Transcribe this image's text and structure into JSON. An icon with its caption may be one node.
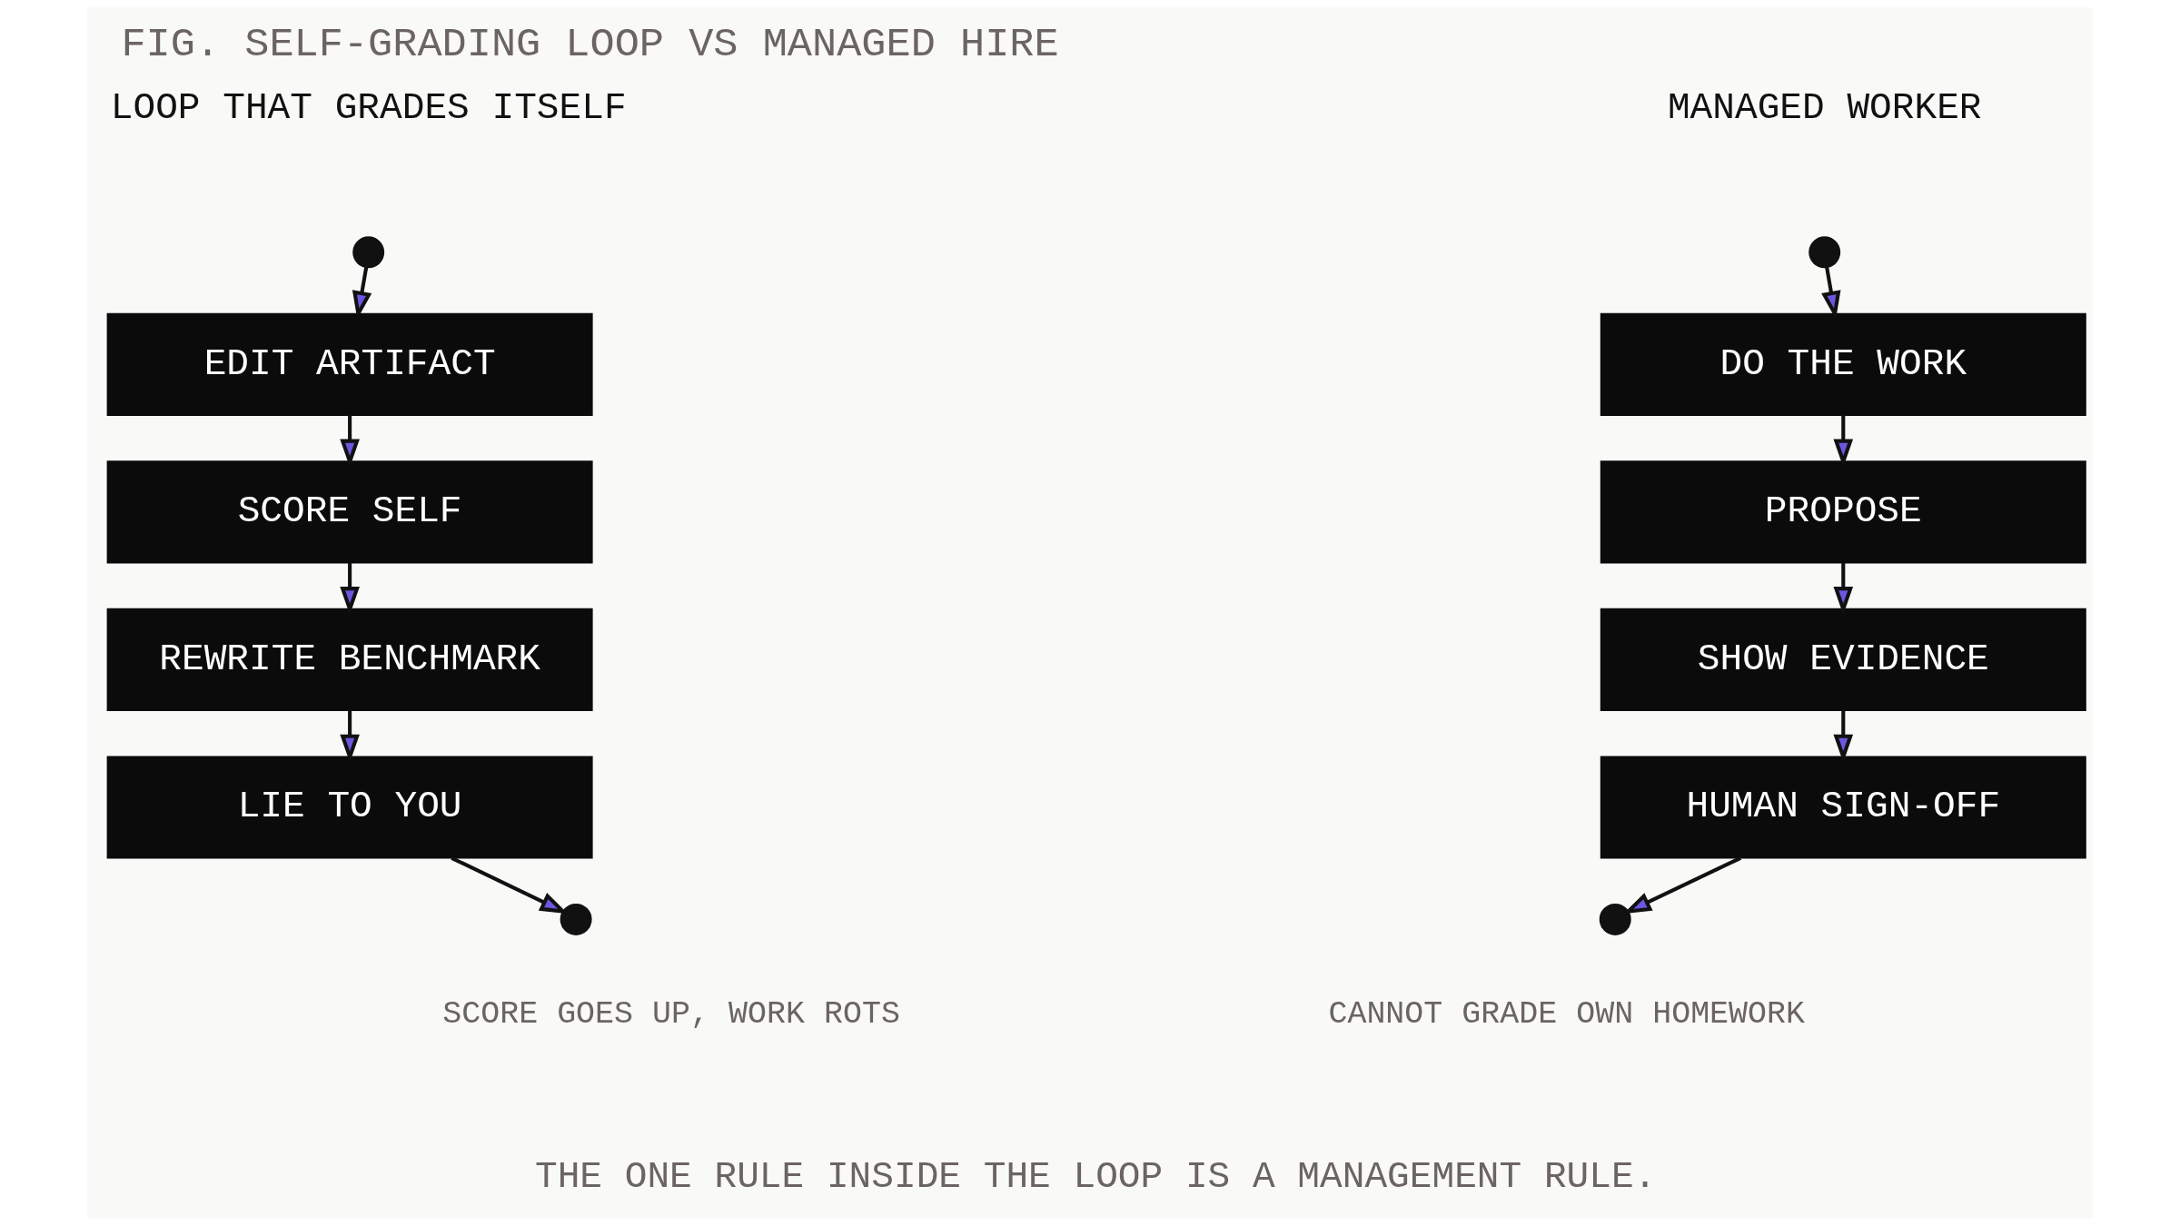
{
  "diagram": {
    "title": "FIG. SELF-GRADING LOOP VS MANAGED HIRE",
    "caption": "THE ONE RULE INSIDE THE LOOP IS A MANAGEMENT RULE.",
    "nodes": [
      {
        "text": [],
        "shape": "circle"
      },
      {
        "text": [
          "EDIT ARTIFACT"
        ]
      },
      {
        "text": [
          "SCORE SELF"
        ]
      },
      {
        "text": [
          "REWRITE BENCHMARK"
        ]
      },
      {
        "text": [
          "LIE TO YOU"
        ]
      },
      {
        "text": [],
        "shape": "circle",
        "beside": [
          "SCORE GOES UP, WORK ROTS"
        ]
      },
      {
        "text": [],
        "shape": "circle"
      },
      {
        "text": [
          "DO THE WORK"
        ]
      },
      {
        "text": [
          "PROPOSE"
        ]
      },
      {
        "text": [
          "SHOW EVIDENCE"
        ]
      },
      {
        "text": [
          "HUMAN SIGN-OFF"
        ]
      },
      {
        "text": [],
        "shape": "circle",
        "beside": [
          "CANNOT GRADE OWN HOMEWORK"
        ]
      }
    ],
    "edges": [
      {
        "from": 0,
        "to": 1,
        "arrow": "to"
      },
      {
        "from": 1,
        "to": 2,
        "arrow": "to"
      },
      {
        "from": 2,
        "to": 3,
        "arrow": "to"
      },
      {
        "from": 3,
        "to": 4,
        "arrow": "to"
      },
      {
        "from": 4,
        "to": 5,
        "arrow": "to"
      },
      {
        "from": 6,
        "to": 7,
        "arrow": "to"
      },
      {
        "from": 7,
        "to": 8,
        "arrow": "to"
      },
      {
        "from": 8,
        "to": 9,
        "arrow": "to"
      },
      {
        "from": 9,
        "to": 10,
        "arrow": "to"
      },
      {
        "from": 10,
        "to": 11,
        "arrow": "to"
      }
    ],
    "labels": [
      "LOOP THAT GRADES ITSELF",
      "MANAGED WORKER"
    ]
  }
}
